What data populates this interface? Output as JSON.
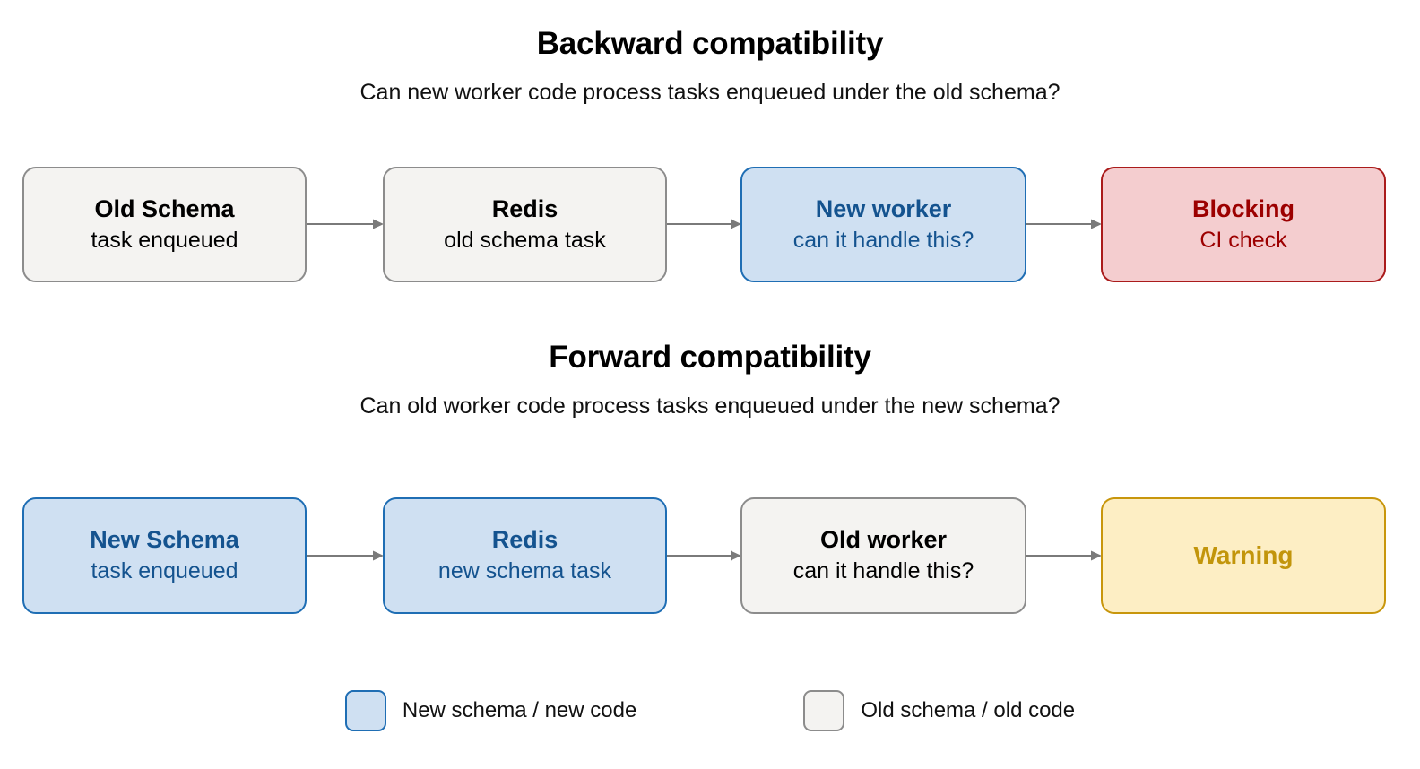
{
  "diagram": {
    "background": "#ffffff",
    "arrow_color": "#7a7a7a",
    "palette": {
      "gray_fill": "#f4f3f1",
      "gray_border": "#8c8c8c",
      "gray_text": "#000000",
      "blue_fill": "#cfe0f2",
      "blue_border": "#1f6eb4",
      "blue_text": "#14538f",
      "red_fill": "#f4cdcf",
      "red_border": "#aa1b1b",
      "red_text": "#9c0000",
      "yellow_fill": "#fdeec4",
      "yellow_border": "#c8960c",
      "yellow_text": "#c2950b"
    }
  },
  "sections": [
    {
      "id": "backward",
      "title": "Backward compatibility",
      "subtitle": "Can new worker code process tasks enqueued under the old schema?",
      "nodes": [
        {
          "title": "Old Schema",
          "sub": "task enqueued",
          "style": "gray"
        },
        {
          "title": "Redis",
          "sub": "old schema task",
          "style": "gray"
        },
        {
          "title": "New worker",
          "sub": "can it handle this?",
          "style": "blue"
        },
        {
          "title": "Blocking",
          "sub": "CI check",
          "style": "red"
        }
      ]
    },
    {
      "id": "forward",
      "title": "Forward compatibility",
      "subtitle": "Can old worker code process tasks enqueued under the new schema?",
      "nodes": [
        {
          "title": "New Schema",
          "sub": "task enqueued",
          "style": "blue"
        },
        {
          "title": "Redis",
          "sub": "new schema task",
          "style": "blue"
        },
        {
          "title": "Old worker",
          "sub": "can it handle this?",
          "style": "gray"
        },
        {
          "title": "Warning",
          "sub": "",
          "style": "yellow"
        }
      ]
    }
  ],
  "legend": {
    "items": [
      {
        "label": "New schema / new code",
        "swatch": "blue"
      },
      {
        "label": "Old schema / old code",
        "swatch": "gray"
      }
    ]
  }
}
